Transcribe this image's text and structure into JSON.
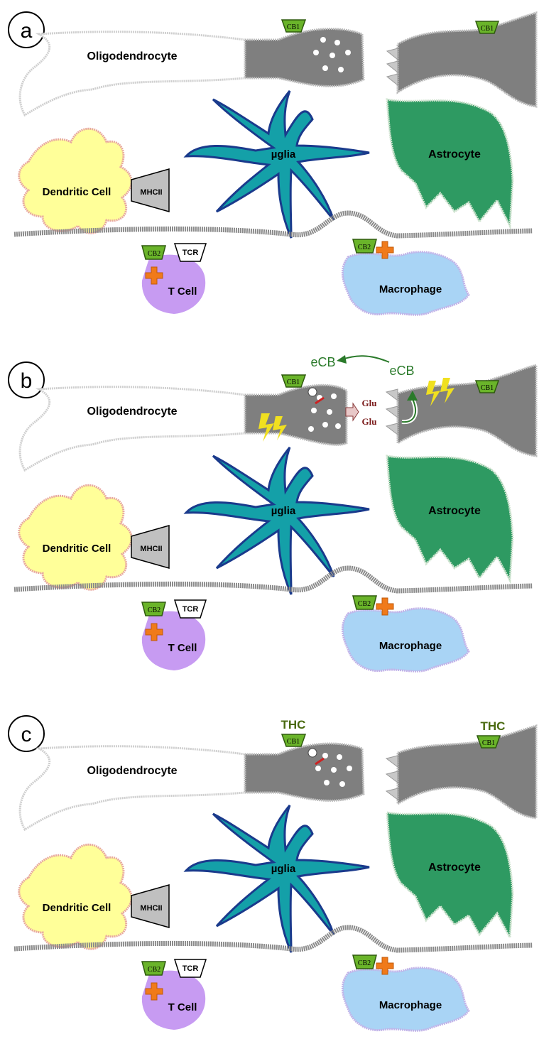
{
  "panels": [
    {
      "letter": "a",
      "oligodendrocyte": "Oligodendrocyte",
      "microglia": "µglia",
      "astrocyte": "Astrocyte",
      "dendritic_cell": "Dendritic Cell",
      "mhc": "MHCII",
      "tcr": "TCR",
      "t_cell": "T Cell",
      "macrophage": "Macrophage",
      "cb1_pre": "CB1",
      "cb1_post": "CB1",
      "cb2_t": "CB2",
      "cb2_mac": "CB2"
    },
    {
      "letter": "b",
      "oligodendrocyte": "Oligodendrocyte",
      "microglia": "µglia",
      "astrocyte": "Astrocyte",
      "dendritic_cell": "Dendritic Cell",
      "mhc": "MHCII",
      "tcr": "TCR",
      "t_cell": "T Cell",
      "macrophage": "Macrophage",
      "cb1_pre": "CB1",
      "cb1_post": "CB1",
      "cb2_t": "CB2",
      "cb2_mac": "CB2",
      "ecb_left": "eCB",
      "ecb_right": "eCB",
      "glu_top": "Glu",
      "glu_bottom": "Glu"
    },
    {
      "letter": "c",
      "oligodendrocyte": "Oligodendrocyte",
      "microglia": "µglia",
      "astrocyte": "Astrocyte",
      "dendritic_cell": "Dendritic Cell",
      "mhc": "MHCII",
      "tcr": "TCR",
      "t_cell": "T Cell",
      "macrophage": "Macrophage",
      "cb1_pre": "CB1",
      "cb1_post": "CB1",
      "cb2_t": "CB2",
      "cb2_mac": "CB2",
      "thc_left": "THC",
      "thc_right": "THC"
    }
  ],
  "colors": {
    "neuron": "#7f7f7f",
    "microglia": "#14a0a8",
    "microglia_outline": "#1a3a8c",
    "astrocyte": "#2e9a62",
    "dendritic": "#ffff99",
    "dendritic_outline": "#e8a8a0",
    "t_cell": "#c79bf2",
    "macrophage": "#a9d4f5",
    "receptor_green": "#6ab42a",
    "cross": "#f07a1a",
    "ecb": "#2a7a2a",
    "glu": "#7a1a1a",
    "thc": "#4a6a10",
    "lightning": "#f0e020"
  }
}
